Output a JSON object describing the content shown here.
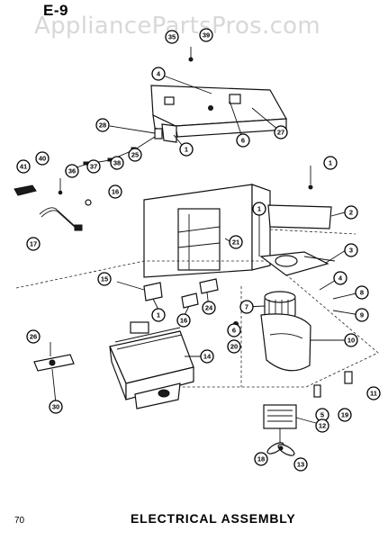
{
  "header": {
    "page_code": "E-9",
    "watermark": "AppliancePartsPros.com"
  },
  "footer": {
    "page_number": "70",
    "caption": "ELECTRICAL ASSEMBLY"
  },
  "callouts": [
    "1",
    "2",
    "3",
    "4",
    "5",
    "6",
    "7",
    "8",
    "9",
    "10",
    "11",
    "12",
    "13",
    "14",
    "15",
    "16",
    "17",
    "18",
    "19",
    "20",
    "21",
    "24",
    "25",
    "26",
    "27",
    "28",
    "30",
    "35",
    "36",
    "37",
    "38",
    "39",
    "40",
    "41"
  ]
}
